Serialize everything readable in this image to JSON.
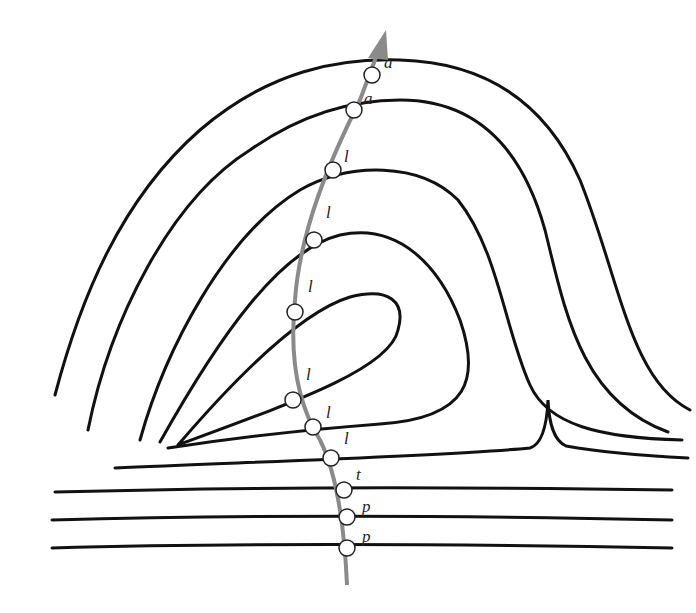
{
  "diagram": {
    "labels": [
      "a",
      "a",
      "l",
      "l",
      "l",
      "l",
      "l",
      "l",
      "t",
      "p",
      "p"
    ]
  }
}
